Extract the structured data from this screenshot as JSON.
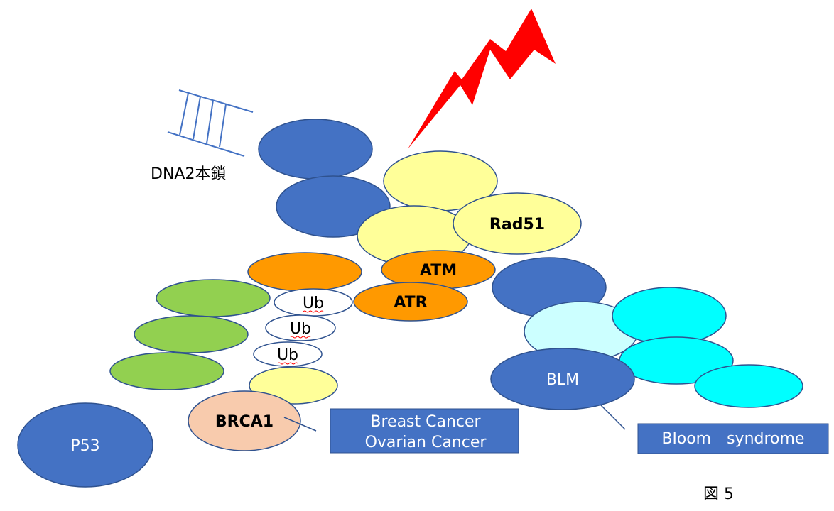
{
  "labels": {
    "dna": "DNA2本鎖",
    "rad51": "Rad51",
    "atm": "ATM",
    "atr": "ATR",
    "ub1": "Ub",
    "ub2": "Ub",
    "ub3": "Ub",
    "brca1": "BRCA1",
    "p53": "P53",
    "blm": "BLM",
    "figure": "図 5"
  },
  "boxes": {
    "brca_line1": "Breast Cancer",
    "brca_line2": "Ovarian Cancer",
    "bloom": "Bloom　syndrome"
  },
  "colors": {
    "dark_blue": "#4472c4",
    "pale_yellow": "#ffff99",
    "orange": "#ff9900",
    "green": "#92d050",
    "peach": "#f8cbad",
    "cyan": "#00ffff",
    "light_cyan": "#ccffff",
    "red_bolt": "#ff0000"
  }
}
